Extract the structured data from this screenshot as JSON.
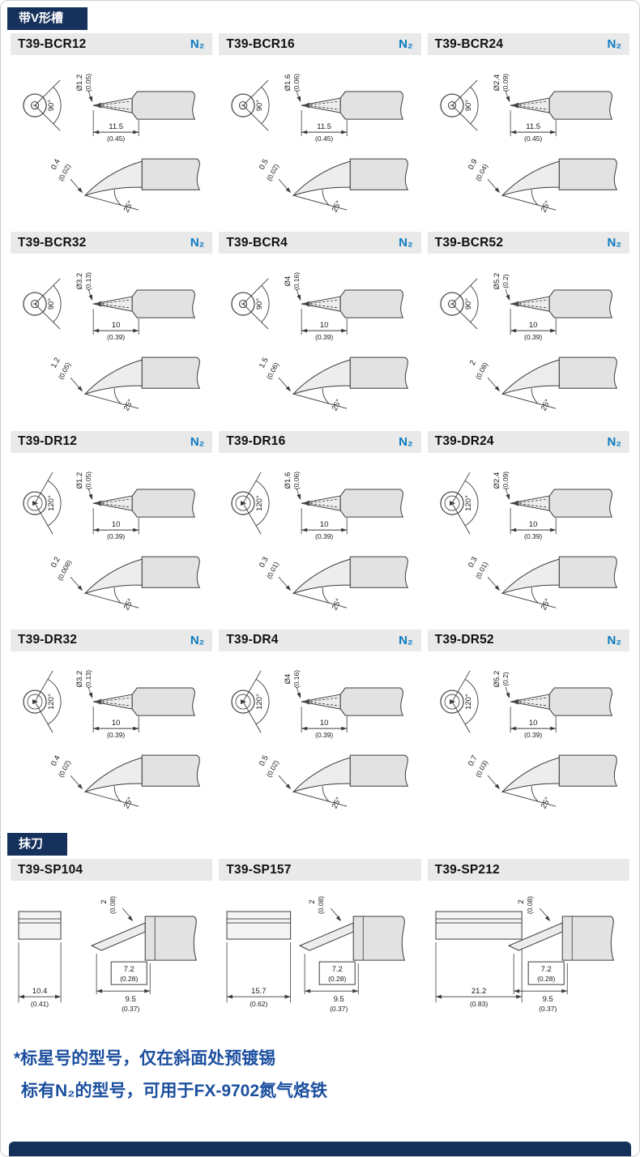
{
  "page": {
    "sections": [
      {
        "badge": "带V形槽",
        "type": "v-groove",
        "cells": [
          {
            "model": "T39-BCR12",
            "n2": "N₂",
            "angle": "90°",
            "diameter": "Ø1.2",
            "diameter_in": "(0.05)",
            "length": "11.5",
            "length_in": "(0.45)",
            "width": "0.4",
            "width_in": "(0.02)",
            "bevel": "25°"
          },
          {
            "model": "T39-BCR16",
            "n2": "N₂",
            "angle": "90°",
            "diameter": "Ø1.6",
            "diameter_in": "(0.06)",
            "length": "11.5",
            "length_in": "(0.45)",
            "width": "0.5",
            "width_in": "(0.02)",
            "bevel": "25°"
          },
          {
            "model": "T39-BCR24",
            "n2": "N₂",
            "angle": "90°",
            "diameter": "Ø2.4",
            "diameter_in": "(0.09)",
            "length": "11.5",
            "length_in": "(0.45)",
            "width": "0.9",
            "width_in": "(0.04)",
            "bevel": "25°"
          },
          {
            "model": "T39-BCR32",
            "n2": "N₂",
            "angle": "90°",
            "diameter": "Ø3.2",
            "diameter_in": "(0.13)",
            "length": "10",
            "length_in": "(0.39)",
            "width": "1.2",
            "width_in": "(0.05)",
            "bevel": "25°"
          },
          {
            "model": "T39-BCR4",
            "n2": "N₂",
            "angle": "90°",
            "diameter": "Ø4",
            "diameter_in": "(0.16)",
            "length": "10",
            "length_in": "(0.39)",
            "width": "1.5",
            "width_in": "(0.06)",
            "bevel": "25°"
          },
          {
            "model": "T39-BCR52",
            "n2": "N₂",
            "angle": "90°",
            "diameter": "Ø5.2",
            "diameter_in": "(0.2)",
            "length": "10",
            "length_in": "(0.39)",
            "width": "2",
            "width_in": "(0.08)",
            "bevel": "25°"
          },
          {
            "model": "T39-DR12",
            "n2": "N₂",
            "angle": "120°",
            "diameter": "Ø1.2",
            "diameter_in": "(0.05)",
            "length": "10",
            "length_in": "(0.39)",
            "width": "0.2",
            "width_in": "(0.008)",
            "bevel": "25°"
          },
          {
            "model": "T39-DR16",
            "n2": "N₂",
            "angle": "120°",
            "diameter": "Ø1.6",
            "diameter_in": "(0.06)",
            "length": "10",
            "length_in": "(0.39)",
            "width": "0.3",
            "width_in": "(0.01)",
            "bevel": "25°"
          },
          {
            "model": "T39-DR24",
            "n2": "N₂",
            "angle": "120°",
            "diameter": "Ø2.4",
            "diameter_in": "(0.09)",
            "length": "10",
            "length_in": "(0.39)",
            "width": "0.3",
            "width_in": "(0.01)",
            "bevel": "25°"
          },
          {
            "model": "T39-DR32",
            "n2": "N₂",
            "angle": "120°",
            "diameter": "Ø3.2",
            "diameter_in": "(0.13)",
            "length": "10",
            "length_in": "(0.39)",
            "width": "0.4",
            "width_in": "(0.02)",
            "bevel": "25°"
          },
          {
            "model": "T39-DR4",
            "n2": "N₂",
            "angle": "120°",
            "diameter": "Ø4",
            "diameter_in": "(0.16)",
            "length": "10",
            "length_in": "(0.39)",
            "width": "0.5",
            "width_in": "(0.02)",
            "bevel": "25°"
          },
          {
            "model": "T39-DR52",
            "n2": "N₂",
            "angle": "120°",
            "diameter": "Ø5.2",
            "diameter_in": "(0.2)",
            "length": "10",
            "length_in": "(0.39)",
            "width": "0.7",
            "width_in": "(0.03)",
            "bevel": "25°"
          }
        ]
      },
      {
        "badge": "抹刀",
        "type": "spatula",
        "cells": [
          {
            "model": "T39-SP104",
            "thickness": "2",
            "thickness_in": "(0.08)",
            "blade": "7.2",
            "blade_in": "(0.28)",
            "tip": "9.5",
            "tip_in": "(0.37)",
            "width": "10.4",
            "width_in": "(0.41)"
          },
          {
            "model": "T39-SP157",
            "thickness": "2",
            "thickness_in": "(0.08)",
            "blade": "7.2",
            "blade_in": "(0.28)",
            "tip": "9.5",
            "tip_in": "(0.37)",
            "width": "15.7",
            "width_in": "(0.62)"
          },
          {
            "model": "T39-SP212",
            "thickness": "2",
            "thickness_in": "(0.08)",
            "blade": "7.2",
            "blade_in": "(0.28)",
            "tip": "9.5",
            "tip_in": "(0.37)",
            "width": "21.2",
            "width_in": "(0.83)"
          }
        ]
      }
    ],
    "footnotes": [
      "*标星号的型号，仅在斜面处预镀锡",
      "标有N₂的型号，可用于FX-9702氮气烙铁"
    ]
  }
}
